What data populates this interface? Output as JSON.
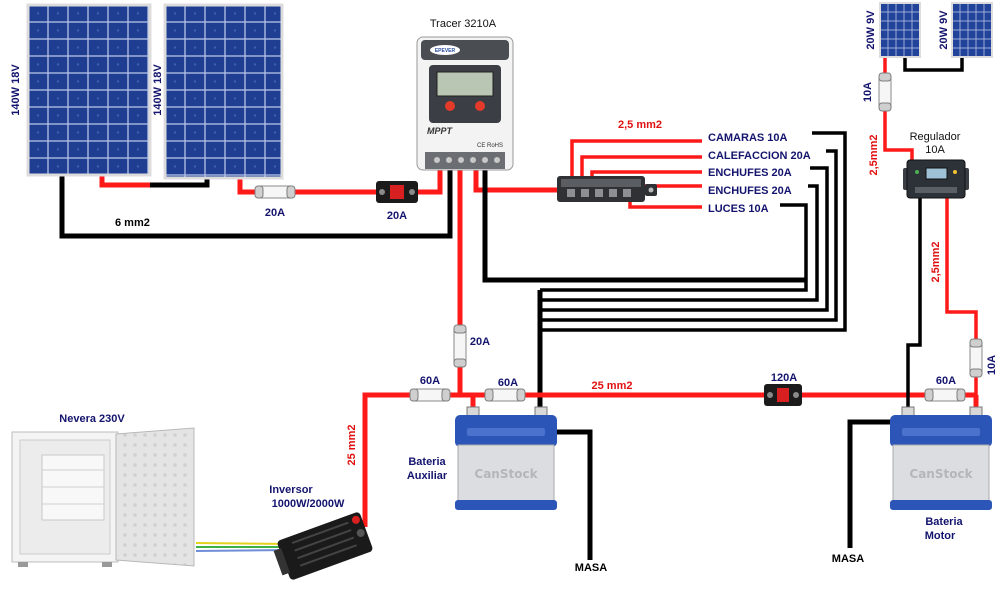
{
  "panels": {
    "main_left": {
      "label": "140W 18V"
    },
    "main_right": {
      "label": "140W 18V"
    },
    "small_left": {
      "label": "20W 9V"
    },
    "small_right": {
      "label": "20W 9V"
    }
  },
  "controller": {
    "name": "Tracer 3210A",
    "brand": "EPEVER",
    "type": "MPPT",
    "marks": "CE RoHS"
  },
  "regulator": {
    "name": "Regulador",
    "rating": "10A"
  },
  "cables": {
    "panel_negative": "6 mm2",
    "loads": "2,5 mm2",
    "main_bus": "25 mm2",
    "inverter": "25 mm2",
    "small_panel": "2,5mm2",
    "regulator_battery": "2,5mm2"
  },
  "protection": {
    "panel_fuse": "20A",
    "panel_breaker": "20A",
    "controller_fuse": "20A",
    "inverter_fuse": "60A",
    "aux_battery_fuse": "60A",
    "bus_breaker": "120A",
    "motor_battery_fuse": "60A",
    "small_panel_fuse": "10A",
    "regulator_fuse": "10A"
  },
  "loads": [
    {
      "label": "CAMARAS 10A"
    },
    {
      "label": "CALEFACCION 20A"
    },
    {
      "label": "ENCHUFES 20A"
    },
    {
      "label": "ENCHUFES 20A"
    },
    {
      "label": "LUCES 10A"
    }
  ],
  "fridge": {
    "label": "Nevera 230V"
  },
  "inverter": {
    "line1": "Inversor",
    "line2": "1000W/2000W"
  },
  "batteries": {
    "aux": {
      "line1": "Bateria",
      "line2": "Auxiliar",
      "watermark": "CanStock"
    },
    "motor": {
      "line1": "Bateria",
      "line2": "Motor",
      "watermark": "CanStock"
    }
  },
  "ground": {
    "aux": "MASA",
    "motor": "MASA"
  },
  "colors": {
    "positive_wire": "#ff1a1a",
    "negative_wire": "#000000",
    "label": "#14146e",
    "cable_label": "#e01010"
  }
}
